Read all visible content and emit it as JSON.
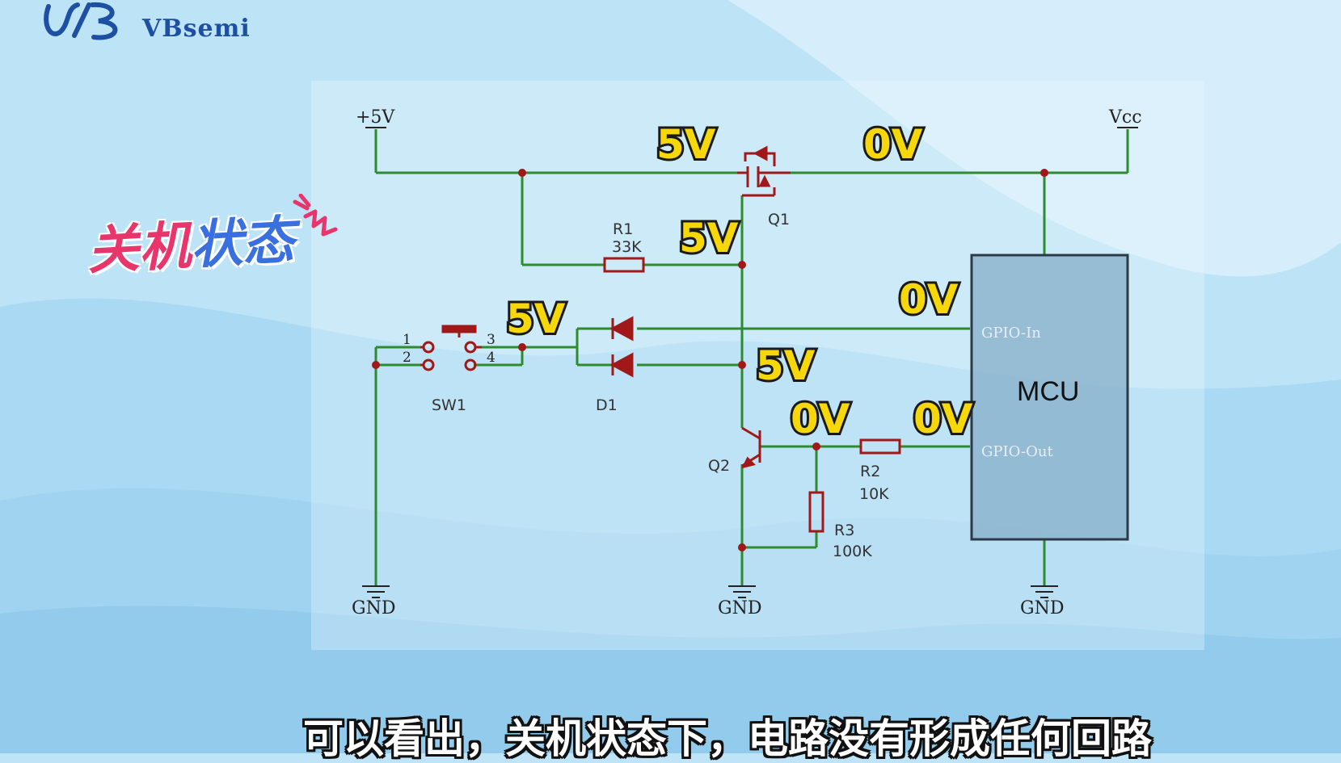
{
  "brand": {
    "name": "VBsemi"
  },
  "state_label": {
    "part1": "关机",
    "part2": "状态"
  },
  "subtitle": "可以看出，关机状态下，电路没有形成任何回路",
  "schematic": {
    "power": {
      "plus5v": "+5V",
      "vcc": "Vcc",
      "gnd": "GND"
    },
    "components": {
      "q1": "Q1",
      "q2": "Q2",
      "r1_name": "R1",
      "r1_value": "33K",
      "r2_name": "R2",
      "r2_value": "10K",
      "r3_name": "R3",
      "r3_value": "100K",
      "sw1": "SW1",
      "d1": "D1",
      "mcu": "MCU",
      "gpio_in": "GPIO-In",
      "gpio_out": "GPIO-Out",
      "sw_pins": [
        "1",
        "2",
        "3",
        "4"
      ]
    },
    "voltages": {
      "q1_source": "5V",
      "q1_drain": "0V",
      "q1_gate": "5V",
      "gpio_in": "0V",
      "switch": "5V",
      "diode_lower": "5V",
      "q2_base": "0V",
      "gpio_out": "0V"
    },
    "colors": {
      "wire": "#2e8b2e",
      "junction": "#a01818",
      "component": "#a01818",
      "voltage_text": "#f5d70a",
      "accent": "#e8356b"
    }
  }
}
